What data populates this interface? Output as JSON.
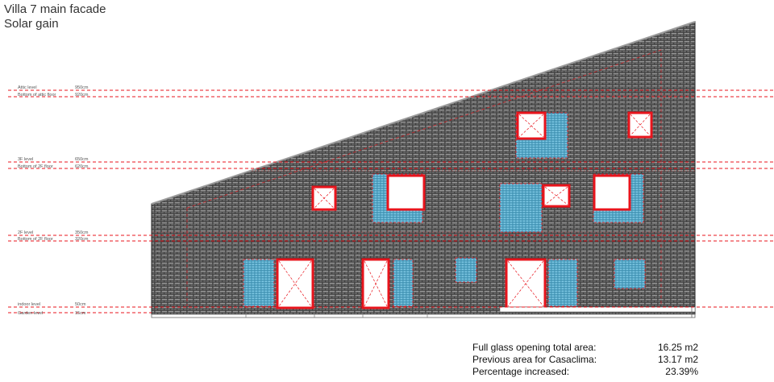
{
  "title": "Villa 7 main facade",
  "subtitle": "Solar gain",
  "levels": [
    {
      "name": "Attic level",
      "value": "950cm"
    },
    {
      "name": "Bottom of attic floor",
      "value": "920cm"
    },
    {
      "name": "3F level",
      "value": "650cm"
    },
    {
      "name": "Bottom of 2F floor",
      "value": "620cm"
    },
    {
      "name": "2F level",
      "value": "350cm"
    },
    {
      "name": "Bottom of 2F floor",
      "value": "320cm"
    },
    {
      "name": "indoor level",
      "value": "50cm"
    },
    {
      "name": "Garden level",
      "value": "15cm"
    }
  ],
  "stats": [
    {
      "label": "Full glass opening total area:",
      "value": "16.25 m2"
    },
    {
      "label": "Previous area for Casaclima:",
      "value": "13.17 m2"
    },
    {
      "label": "Percentage increased:",
      "value": "23.39%"
    }
  ],
  "colors": {
    "opening": "#e8141c",
    "level_line": "#e8141c",
    "glass": "#5ab4d6",
    "wall": "#4a4a4a",
    "ground": "#bbbbbb"
  }
}
